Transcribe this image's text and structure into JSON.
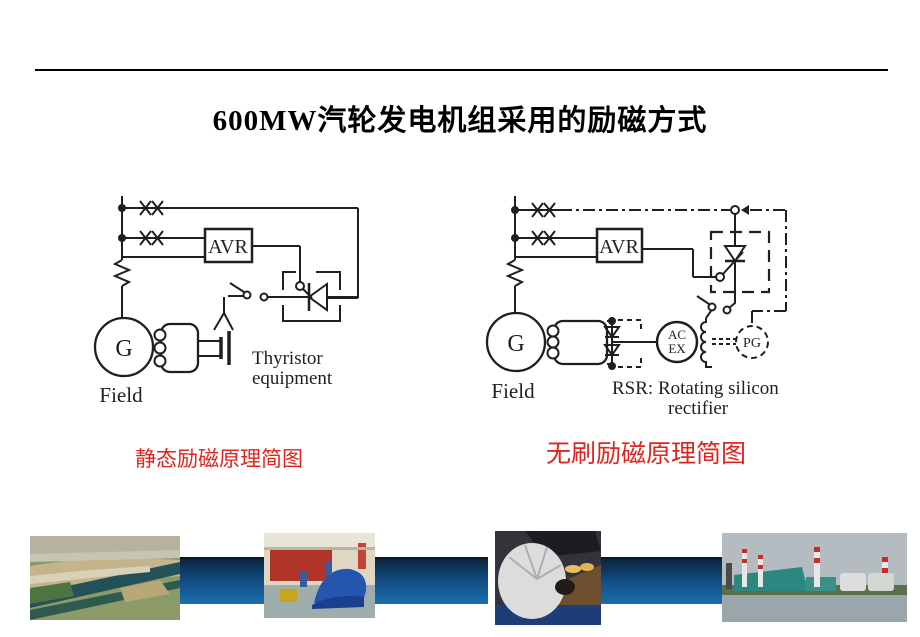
{
  "title": "600MW汽轮发电机组采用的励磁方式",
  "left_diagram": {
    "caption": "静态励磁原理简图",
    "avr": "AVR",
    "generator": "G",
    "field": "Field",
    "equipment_line1": "Thyristor",
    "equipment_line2": "equipment"
  },
  "right_diagram": {
    "caption": "无刷励磁原理简图",
    "avr": "AVR",
    "generator": "G",
    "field": "Field",
    "exciter_line1": "AC",
    "exciter_line2": "EX",
    "pilot_generator": "PG",
    "note_line1": "RSR: Rotating silicon",
    "note_line2": "rectifier"
  },
  "footer_photos": [
    {
      "name": "aerial-canal-photo"
    },
    {
      "name": "factory-interior-photo"
    },
    {
      "name": "rotor-workshop-photo"
    },
    {
      "name": "power-plant-photo"
    }
  ],
  "colors": {
    "ink": "#1f1f1f",
    "caption_red": "#e0251f",
    "title_black": "#000000",
    "bar_gradient_top": "#0b2440",
    "bar_gradient_mid": "#11497e",
    "bar_gradient_bottom": "#1a6fb0"
  }
}
